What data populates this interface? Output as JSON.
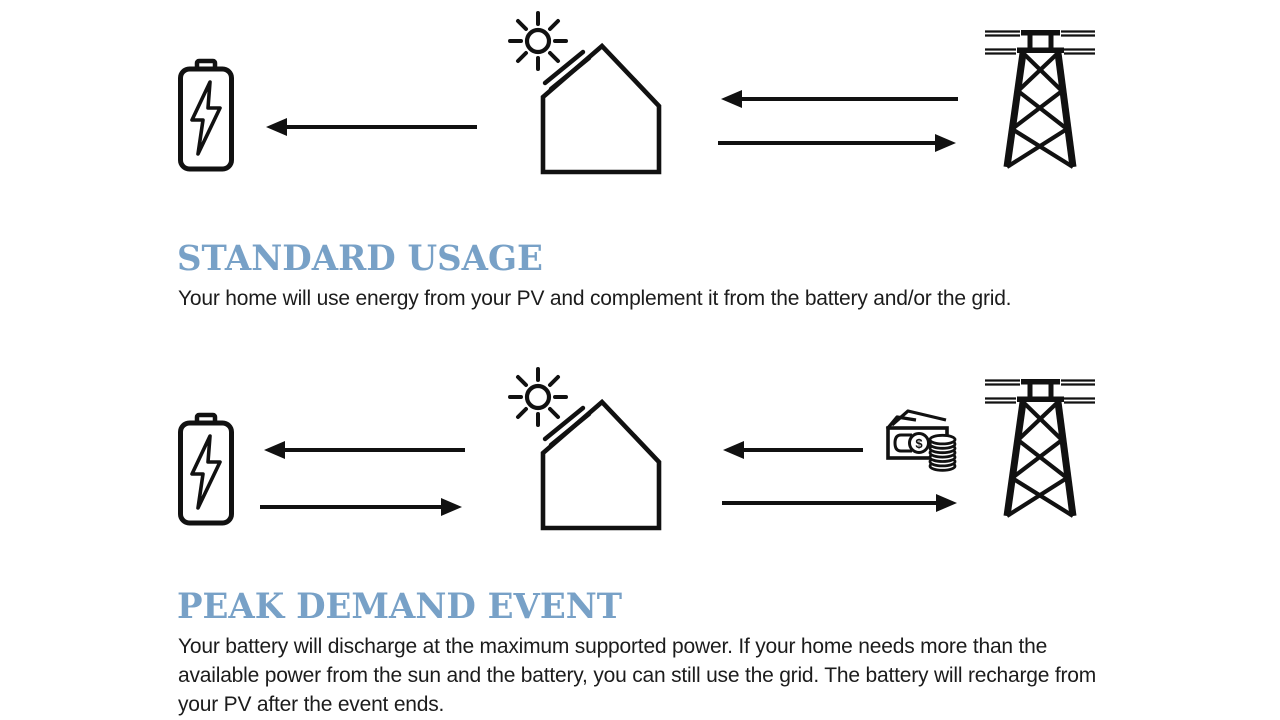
{
  "colors": {
    "heading": "#78a1c7",
    "ink": "#1c1c1c",
    "line": "#111111",
    "background": "#ffffff"
  },
  "sections": [
    {
      "id": "standard-usage",
      "heading": "STANDARD USAGE",
      "description": "Your home will use energy from your PV and complement it from the battery and/or the grid.",
      "icons": [
        "battery",
        "sun",
        "house-with-solar-panel",
        "transmission-tower"
      ],
      "flows": [
        {
          "from": "house-pv",
          "to": "battery",
          "direction": "left"
        },
        {
          "from": "grid",
          "to": "house",
          "direction": "left"
        },
        {
          "from": "house",
          "to": "grid",
          "direction": "right"
        }
      ]
    },
    {
      "id": "peak-demand-event",
      "heading": "PEAK DEMAND EVENT",
      "description": "Your battery will discharge at the maximum supported power. If your home needs more than the available power from the sun and the battery, you can still use the grid. The battery will recharge from your PV after the event ends.",
      "icons": [
        "battery",
        "sun",
        "house-with-solar-panel",
        "money",
        "transmission-tower"
      ],
      "money_label": "$",
      "flows": [
        {
          "from": "house-pv",
          "to": "battery",
          "direction": "left"
        },
        {
          "from": "battery",
          "to": "house",
          "direction": "right"
        },
        {
          "from": "grid",
          "to": "house",
          "direction": "left",
          "note": "money"
        },
        {
          "from": "house",
          "to": "grid",
          "direction": "right"
        }
      ]
    }
  ]
}
